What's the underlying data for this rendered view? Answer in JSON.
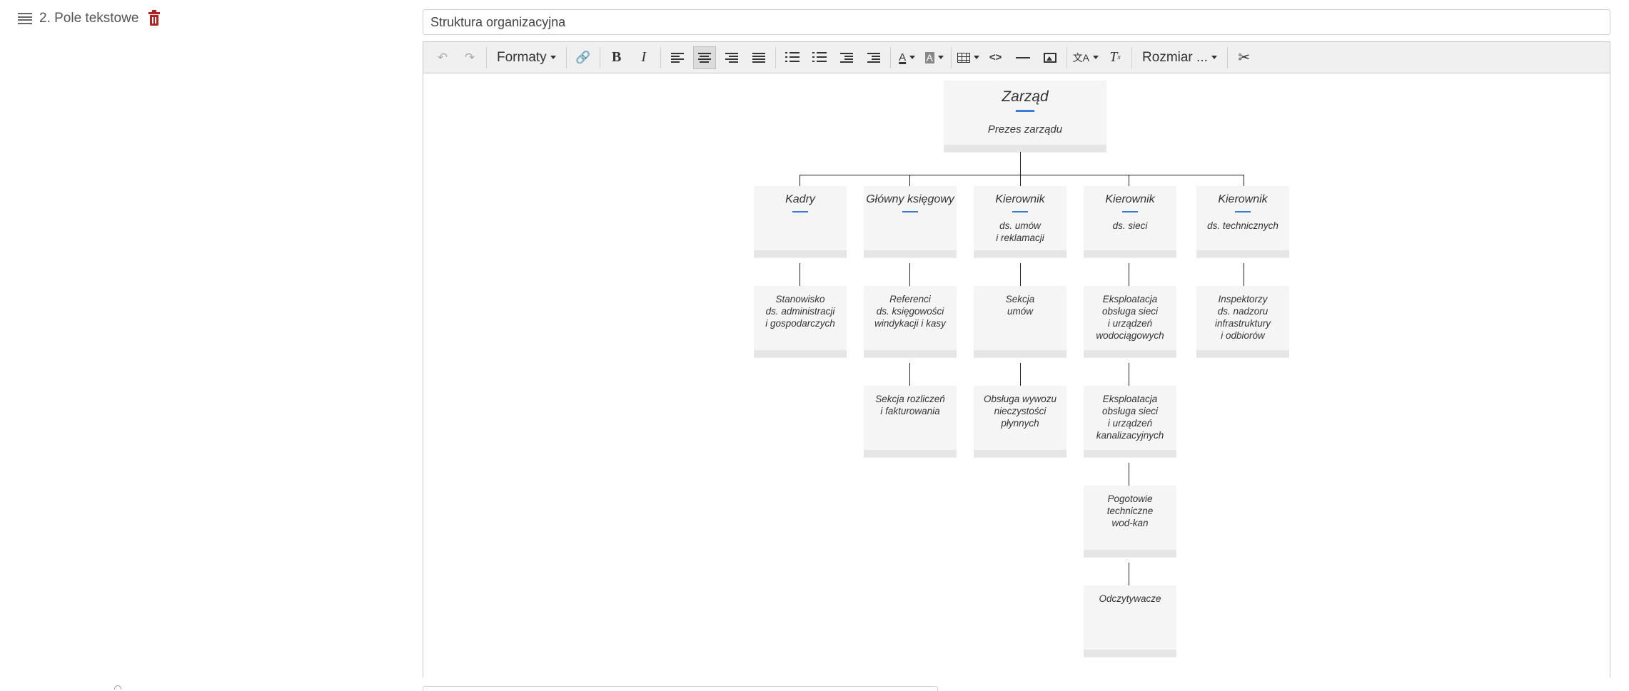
{
  "field": {
    "label": "2. Pole tekstowe",
    "title_value": "Struktura organizacyjna"
  },
  "toolbar": {
    "formats_label": "Formaty",
    "size_label": "Rozmiar ...",
    "icons": [
      "undo-icon",
      "redo-icon",
      "link-icon",
      "bold-icon",
      "italic-icon",
      "align-left-icon",
      "align-center-icon",
      "align-right-icon",
      "align-justify-icon",
      "bullet-list-icon",
      "numbered-list-icon",
      "outdent-icon",
      "indent-icon",
      "text-color-icon",
      "background-color-icon",
      "table-icon",
      "code-icon",
      "horizontal-rule-icon",
      "image-icon",
      "translate-icon",
      "clear-format-icon",
      "scissors-icon"
    ],
    "active": "align-center-icon"
  },
  "org": {
    "root": {
      "title": "Zarząd",
      "subtitle": "Prezes zarządu"
    },
    "heads": [
      {
        "title": "Kadry",
        "subtitle": ""
      },
      {
        "title": "Główny księgowy",
        "subtitle": ""
      },
      {
        "title": "Kierownik",
        "subtitle": "ds. umów\ni reklamacji"
      },
      {
        "title": "Kierownik",
        "subtitle": "ds. sieci"
      },
      {
        "title": "Kierownik",
        "subtitle": "ds. technicznych"
      }
    ],
    "units": [
      [
        "Stanowisko\nds. administracji\ni gospodarczych"
      ],
      [
        "Referenci\nds. księgowości\nwindykacji i kasy",
        "Sekcja rozliczeń\ni fakturowania"
      ],
      [
        "Sekcja\numów",
        "Obsługa wywozu\nnieczystości\npłynnych"
      ],
      [
        "Eksploatacja\nobsługa sieci\ni urządzeń\nwodociągowych",
        "Eksploatacja\nobsługa sieci\ni urządzeń\nkanalizacyjnych",
        "Pogotowie\ntechniczne\nwod-kan",
        "Odczytywacze"
      ],
      [
        "Inspektorzy\nds. nadzoru\ninfrastruktury\ni odbiorów"
      ]
    ]
  }
}
